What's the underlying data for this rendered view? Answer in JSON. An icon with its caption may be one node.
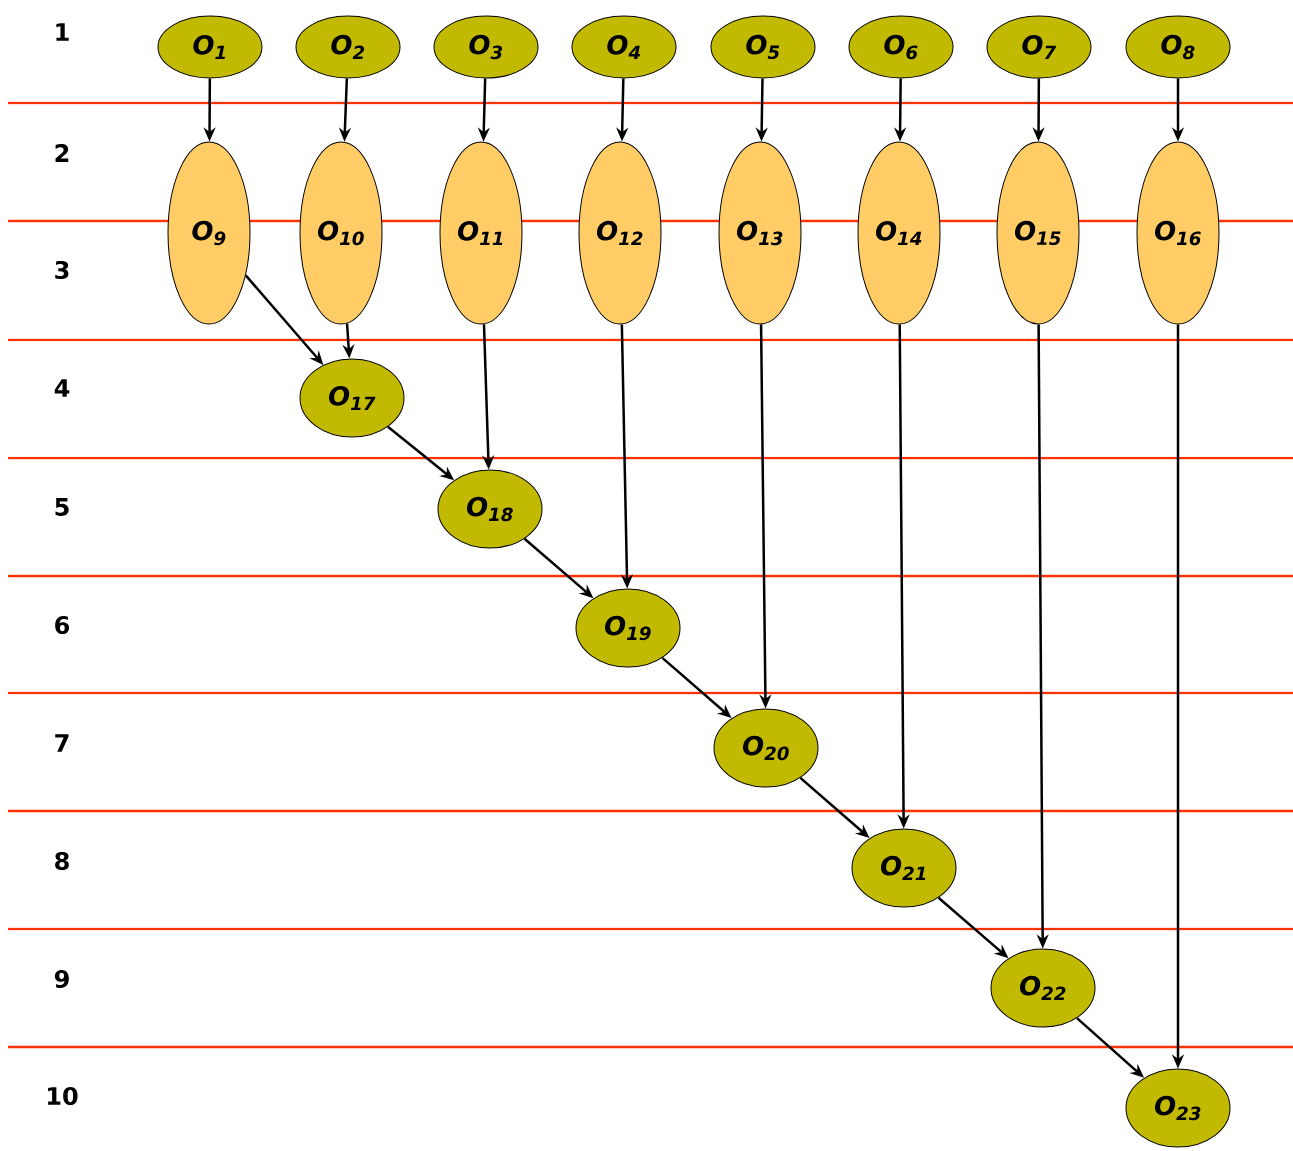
{
  "diagram": {
    "nodes": [
      {
        "text": [
          "O$_{1}$"
        ]
      },
      {
        "text": [
          "O$_{2}$"
        ]
      },
      {
        "text": [
          "O$_{3}$"
        ]
      },
      {
        "text": [
          "O$_{4}$"
        ]
      },
      {
        "text": [
          "O$_{5}$"
        ]
      },
      {
        "text": [
          "O$_{6}$"
        ]
      },
      {
        "text": [
          "O$_{7}$"
        ]
      },
      {
        "text": [
          "O$_{8}$"
        ]
      },
      {
        "text": [
          "O$_{9}$"
        ]
      },
      {
        "text": [
          "O$_{10}$"
        ]
      },
      {
        "text": [
          "O$_{11}$"
        ]
      },
      {
        "text": [
          "O$_{12}$"
        ]
      },
      {
        "text": [
          "O$_{13}$"
        ]
      },
      {
        "text": [
          "O$_{14}$"
        ]
      },
      {
        "text": [
          "O$_{15}$"
        ]
      },
      {
        "text": [
          "O$_{16}$"
        ]
      },
      {
        "text": [
          "O$_{17}$"
        ]
      },
      {
        "text": [
          "O$_{18}$"
        ]
      },
      {
        "text": [
          "O$_{19}$"
        ]
      },
      {
        "text": [
          "O$_{20}$"
        ]
      },
      {
        "text": [
          "O$_{21}$"
        ]
      },
      {
        "text": [
          "O$_{22}$"
        ]
      },
      {
        "text": [
          "O$_{23}$"
        ]
      }
    ],
    "edges": [
      {
        "from": 0,
        "to": 8,
        "arrow": "to"
      },
      {
        "from": 1,
        "to": 9,
        "arrow": "to"
      },
      {
        "from": 2,
        "to": 10,
        "arrow": "to"
      },
      {
        "from": 3,
        "to": 11,
        "arrow": "to"
      },
      {
        "from": 4,
        "to": 12,
        "arrow": "to"
      },
      {
        "from": 5,
        "to": 13,
        "arrow": "to"
      },
      {
        "from": 6,
        "to": 14,
        "arrow": "to"
      },
      {
        "from": 7,
        "to": 15,
        "arrow": "to"
      },
      {
        "from": 8,
        "to": 16,
        "arrow": "to"
      },
      {
        "from": 9,
        "to": 16,
        "arrow": "to"
      },
      {
        "from": 16,
        "to": 17,
        "arrow": "to"
      },
      {
        "from": 10,
        "to": 17,
        "arrow": "to"
      },
      {
        "from": 17,
        "to": 18,
        "arrow": "to"
      },
      {
        "from": 11,
        "to": 18,
        "arrow": "to"
      },
      {
        "from": 18,
        "to": 19,
        "arrow": "to"
      },
      {
        "from": 12,
        "to": 19,
        "arrow": "to"
      },
      {
        "from": 19,
        "to": 20,
        "arrow": "to"
      },
      {
        "from": 13,
        "to": 20,
        "arrow": "to"
      },
      {
        "from": 20,
        "to": 21,
        "arrow": "to"
      },
      {
        "from": 14,
        "to": 21,
        "arrow": "to"
      },
      {
        "from": 21,
        "to": 22,
        "arrow": "to"
      },
      {
        "from": 15,
        "to": 22,
        "arrow": "to"
      }
    ],
    "labels": [
      "1",
      "2",
      "3",
      "4",
      "5",
      "6",
      "7",
      "8",
      "9",
      "10"
    ]
  }
}
